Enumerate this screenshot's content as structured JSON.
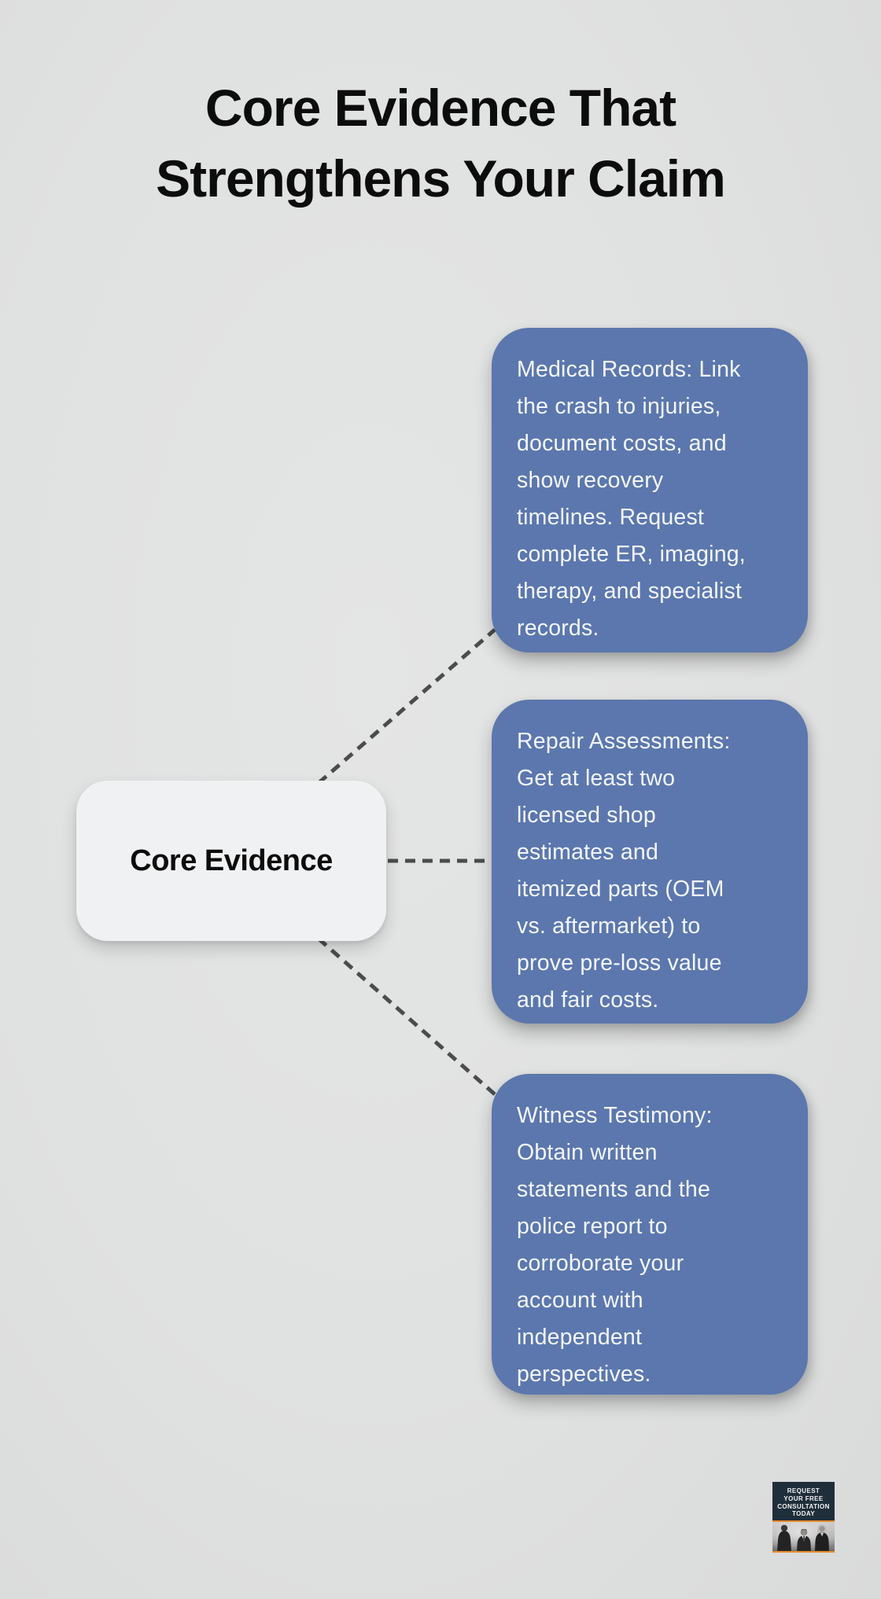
{
  "title": "Core Evidence That\nStrengthens Your Claim",
  "center_node": {
    "label": "Core Evidence"
  },
  "cards": [
    {
      "id": "medical-records",
      "text": "Medical Records: Link\nthe crash to injuries,\ndocument costs, and\nshow recovery\ntimelines. Request\ncomplete ER, imaging,\ntherapy, and specialist\nrecords."
    },
    {
      "id": "repair-assessments",
      "text": "Repair Assessments:\nGet at least two\nlicensed shop\nestimates and\nitemized parts (OEM\nvs. aftermarket) to\nprove pre-loss value\nand fair costs."
    },
    {
      "id": "witness-testimony",
      "text": "Witness Testimony:\nObtain written\nstatements and the\npolice report to\ncorroborate your\naccount with\nindependent\nperspectives."
    }
  ],
  "badge": {
    "text": "REQUEST\nYOUR FREE\nCONSULTATION\nTODAY"
  },
  "colors": {
    "card_blue": "#5b77ad",
    "card_text": "#f3f6fa",
    "node_bg": "#f0f1f3",
    "connector": "#4c4c4c",
    "badge_navy": "#1f2e3b",
    "badge_orange": "#e98b2d",
    "background": "#e0e1e1",
    "title_color": "#0c0c0c"
  }
}
